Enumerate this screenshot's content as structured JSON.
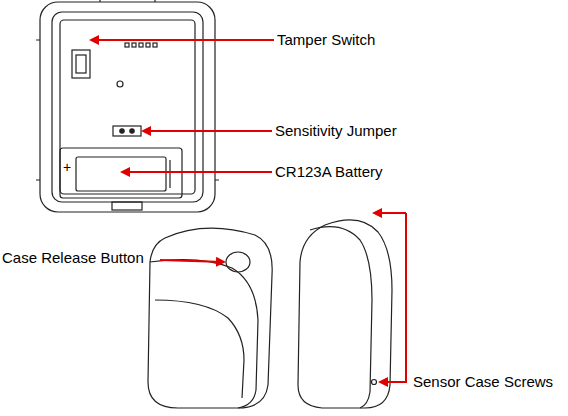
{
  "diagram": {
    "labels": [
      "Tamper Switch",
      "Sensitivity Jumper",
      "CR123A Battery",
      "+",
      "Case Release Button",
      "Sensor Case Screws"
    ]
  }
}
